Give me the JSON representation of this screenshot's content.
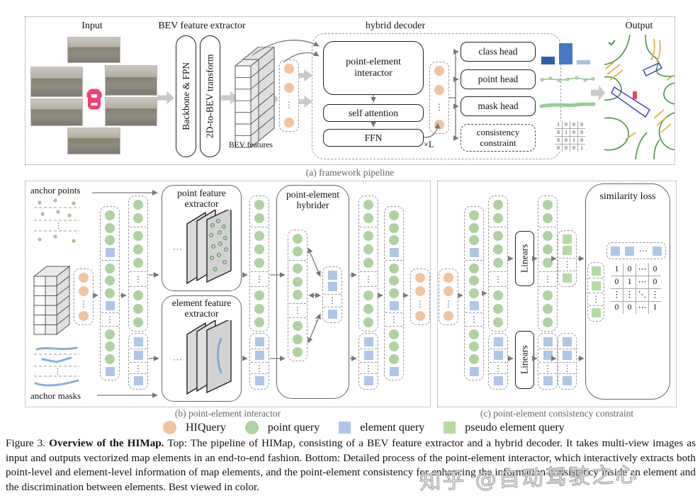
{
  "colors": {
    "hiquery": "#f2c39c",
    "point_query_c": "#aed3a0",
    "element_query_c": "#aec7e8",
    "pseudo_query_c": "#b5dba5",
    "map_green": "#4a9149",
    "map_orange": "#e0af4d",
    "map_blue": "#4343c8",
    "car_pink": "#f0407a",
    "bar_dark": "#2e5ea8",
    "bar_mid": "#4579c4",
    "bar_light": "#a9c3e2"
  },
  "misc": {
    "vdots": "⋮",
    "hdots": "⋯"
  },
  "panel_a": {
    "input_label": "Input",
    "extractor_label": "BEV feature extractor",
    "backbone_label": "Backbone & FPN",
    "transform_label": "2D-to-BEV transform",
    "bev_features_label": "BEV features",
    "decoder_label": "hybrid decoder",
    "interactor_label": "point-element interactor",
    "self_attention_label": "self attention",
    "ffn_label": "FFN",
    "loops_label": "×L",
    "class_head_label": "class head",
    "point_head_label": "point head",
    "mask_head_label": "mask head",
    "consistency_label": "consistency constraint",
    "output_label": "Output",
    "caption": "(a) framework pipeline",
    "class_bars": [
      {
        "height": 11,
        "color": "#2e5ea8"
      },
      {
        "height": 30,
        "color": "#4579c4"
      },
      {
        "height": 6,
        "color": "#a9c3e2"
      }
    ],
    "identity_matrix": [
      [
        "1",
        "0",
        "0",
        "0"
      ],
      [
        "0",
        "1",
        "0",
        "0"
      ],
      [
        "0",
        "0",
        "1",
        "0"
      ],
      [
        "0",
        "0",
        "0",
        "1"
      ]
    ]
  },
  "panel_b": {
    "anchor_points_label": "anchor points",
    "anchor_masks_label": "anchor masks",
    "point_extractor_label": "point feature extractor",
    "element_extractor_label": "element feature extractor",
    "hybrider_label": "point-element hybrider",
    "caption": "(b) point-element interactor"
  },
  "panel_c": {
    "linears_label": "Linears",
    "linears2_label": "Linears",
    "similarity_label": "similarity loss",
    "caption": "(c) point-element consistency constraint",
    "sim_matrix": [
      [
        "1",
        "0",
        "⋯",
        "0"
      ],
      [
        "0",
        "1",
        "⋯",
        "0"
      ],
      [
        "⋮",
        "⋮",
        "⋱",
        "⋮"
      ],
      [
        "0",
        "0",
        "⋯",
        "1"
      ]
    ]
  },
  "columns": {
    "hiq": [
      "o",
      "o",
      "d",
      "o"
    ],
    "mixed": [
      "g",
      "g",
      "g",
      "b",
      "-",
      "g",
      "g",
      "g",
      "b",
      "-",
      "d",
      "-",
      "g",
      "g",
      "g",
      "b"
    ],
    "points": [
      "g",
      "g",
      "-",
      "g",
      "g",
      "g",
      "-",
      "d",
      "-",
      "g",
      "g",
      "g"
    ],
    "elems": [
      "b",
      "-",
      "b",
      "-",
      "d",
      "-",
      "b"
    ],
    "hyb_elems": [
      "b",
      "b",
      "-",
      "d",
      "-",
      "b"
    ],
    "pseudo": [
      "G",
      "G",
      "-",
      "d",
      "-",
      "G"
    ],
    "sim_green": [
      "G",
      "-",
      "G",
      "-",
      "d",
      "-",
      "G"
    ],
    "sim_blue": [
      "b",
      "b",
      "h",
      "b"
    ]
  },
  "legend": {
    "items": [
      {
        "label": "HIQuery"
      },
      {
        "label": "point query"
      },
      {
        "label": "element query"
      },
      {
        "label": "pseudo element query"
      }
    ]
  },
  "figure_caption": {
    "prefix": "Figure 3. ",
    "bold": "Overview of the HIMap.",
    "text": " Top: The pipeline of HIMap, consisting of a BEV feature extractor and a hybrid decoder. It takes multi-view images as input and outputs vectorized map elements in an end-to-end fashion. Bottom: Detailed process of the point-element interactor, which interactively extracts both point-level and element-level information of map elements, and the point-element consistency for enhancing the information consistency inside an element and the discrimination between elements. Best viewed in color."
  },
  "watermark": "知乎 @自动驾驶之心"
}
